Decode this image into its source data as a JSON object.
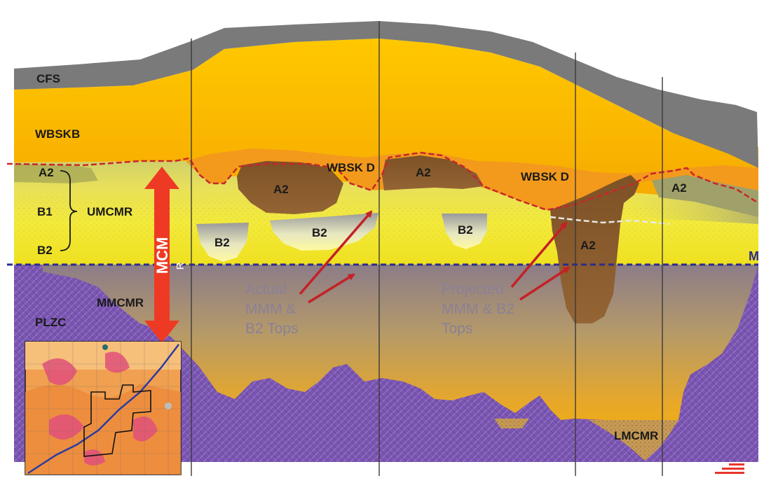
{
  "units": {
    "cfs": "CFS",
    "wbskb": "WBSKB",
    "wbsk_d_1": "WBSK D",
    "wbsk_d_2": "WBSK D",
    "umcmr": "UMCMR",
    "a2_left": "A2",
    "b1": "B1",
    "b2_left": "B2",
    "mmcmr": "MMCMR",
    "plzc": "PLZC",
    "lmcmr": "LMCMR",
    "a2_pod_1": "A2",
    "a2_pod_2": "A2",
    "a2_pod_3": "A2",
    "a2_right": "A2",
    "b2_pod_1": "B2",
    "b2_pod_2": "B2",
    "b2_pod_3": "B2"
  },
  "mcm_arrow": {
    "label": "MCM",
    "sublabel": "R"
  },
  "annotations": {
    "actual": [
      "Actual",
      "MMM &",
      "B2 Tops"
    ],
    "projected": [
      "Projected",
      "MMM & B2",
      "Tops"
    ]
  },
  "right_edge_label": "M",
  "colors": {
    "cfs": "#7a7a7a",
    "wbskb": "#fbb400",
    "wbsk_d": "#f39a1c",
    "a2": "#8a5a28",
    "umcmr": "#eee23a",
    "mmcmr": "#c9a255",
    "plzc": "#7a56b0",
    "mcm_arrow": "#ee3a24",
    "red_dashed": "#c8262b",
    "blue_dashed": "#2c2c8c"
  }
}
